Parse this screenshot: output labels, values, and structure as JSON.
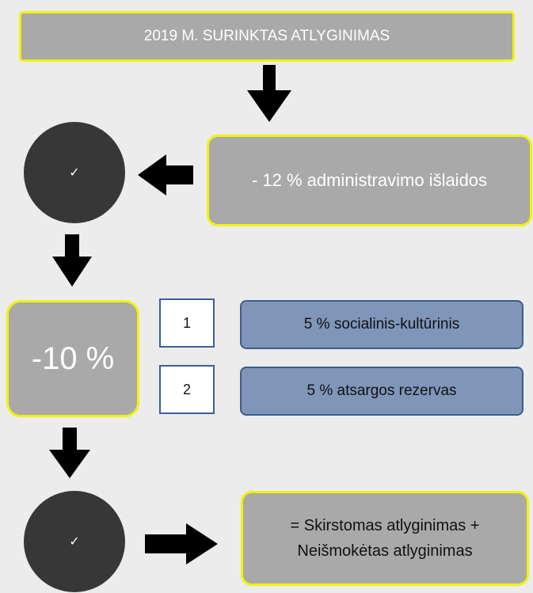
{
  "title_box": {
    "label": "2019 M. SURINKTAS ATLYGINIMAS"
  },
  "admin_box": {
    "label": "- 12 % administravimo išlaidos"
  },
  "circle_top": {
    "symbol": "✓"
  },
  "ten_percent_box": {
    "label": "-10 %"
  },
  "items": [
    {
      "number": "1",
      "label": "5 % socialinis-kultūrinis"
    },
    {
      "number": "2",
      "label": "5 % atsargos rezervas"
    }
  ],
  "circle_bottom": {
    "symbol": "✓"
  },
  "result_box": {
    "line1": "= Skirstomas atlyginimas +",
    "line2": "Neišmokėtas atlyginimas"
  },
  "colors": {
    "background": "#ececec",
    "gray_box": "#a9a9a9",
    "yellow_border": "#f2f20e",
    "circle": "#373737",
    "blue_box": "#7f96b8",
    "blue_border": "#3d5d8e",
    "arrow": "#000000"
  }
}
